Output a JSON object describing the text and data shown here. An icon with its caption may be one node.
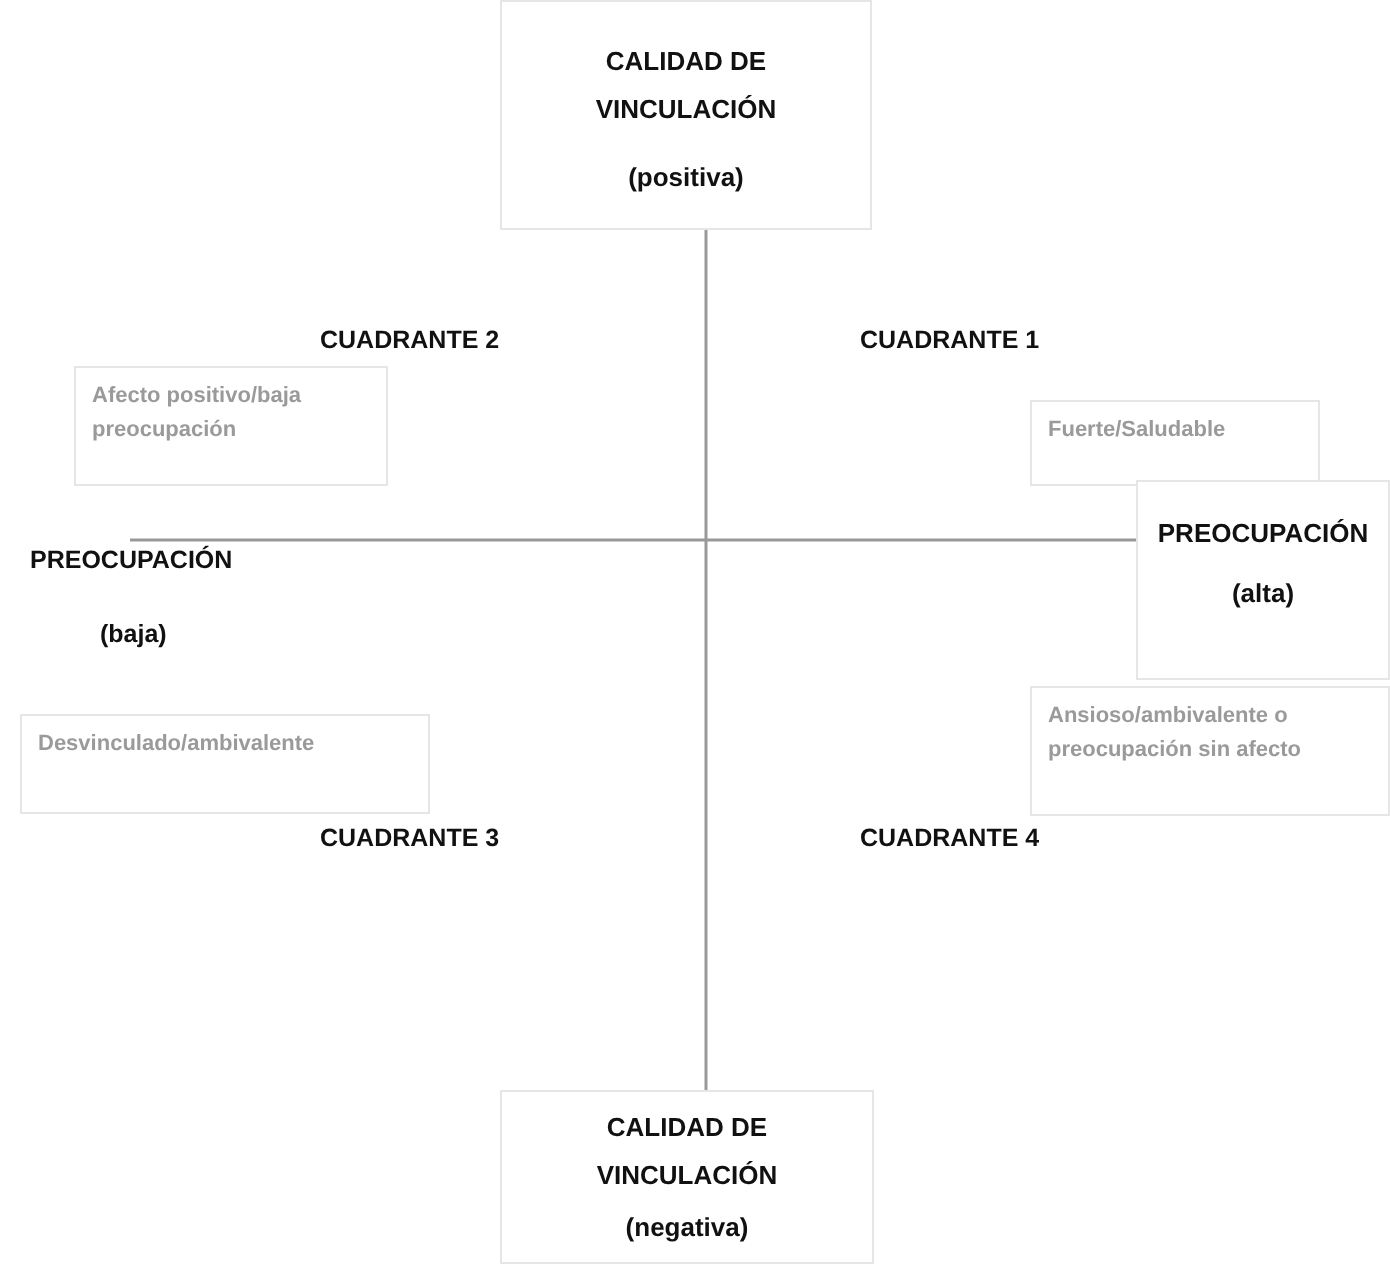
{
  "diagram": {
    "nodes": [
      {
        "text": [
          "CALIDAD DE VINCULACIÓN",
          "(positiva)"
        ]
      },
      {
        "text": [
          "Afecto positivo/baja preocupación"
        ]
      },
      {
        "text": [
          "Fuerte/Saludable"
        ]
      },
      {
        "text": [
          "PREOCUPACIÓN",
          "(alta)"
        ]
      },
      {
        "text": [
          "Desvinculado/ambivalente"
        ]
      },
      {
        "text": [
          "Ansioso/ambivalente o preocupación sin afecto"
        ]
      },
      {
        "text": [
          "CALIDAD DE VINCULACIÓN",
          "(negativa)"
        ]
      }
    ],
    "labels": [
      "CUADRANTE 2",
      "CUADRANTE 1",
      "PREOCUPACIÓN",
      "(baja)",
      "CUADRANTE 3",
      "CUADRANTE 4"
    ]
  }
}
